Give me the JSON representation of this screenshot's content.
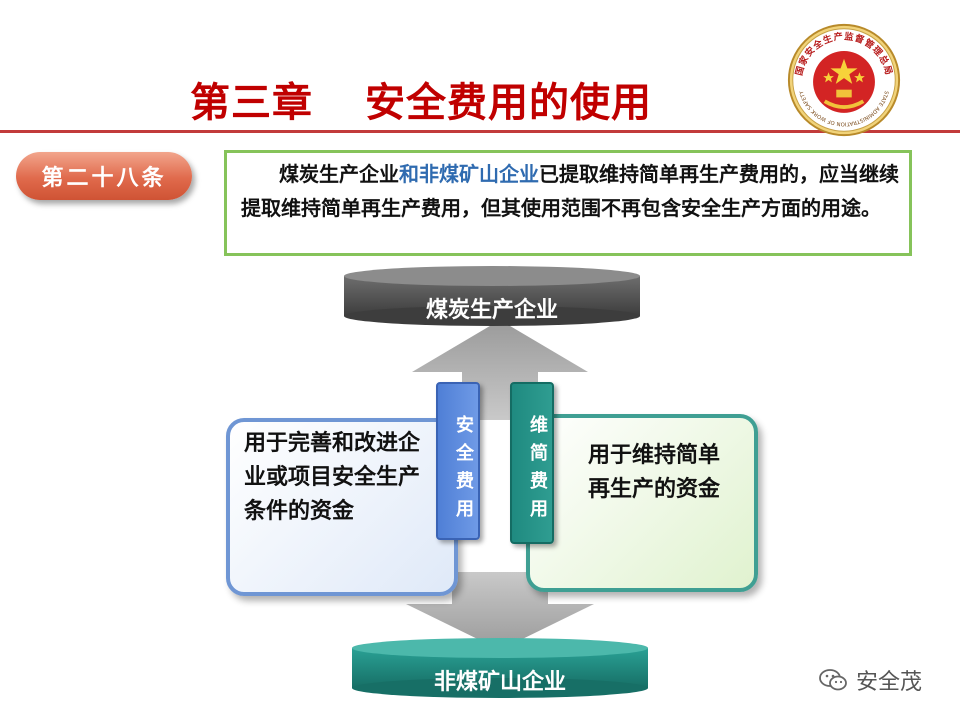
{
  "title": {
    "chapter": "第三章",
    "topic": "安全费用的使用"
  },
  "emblem": {
    "seal_text": "国家安全生产监督管理总局",
    "seal_text_en": "STATE ADMINISTRATION OF WORK SAFETY"
  },
  "article": {
    "badge": "第二十八条",
    "text_part1": "煤炭生产企业",
    "text_highlight": "和非煤矿山企业",
    "text_part2": "已提取维持简单再生产费用的，应当继续提取维持简单再生产费用，但其使用范围不再包含安全生产方面的用途。"
  },
  "diagram": {
    "top_node": "煤炭生产企业",
    "bottom_node": "非煤矿山企业",
    "left_panel": "用于完善和改进企业或项目安全生产条件的资金",
    "right_panel": "用于维持简单再生产的资金",
    "tag_safety": "安全费用",
    "tag_maintenance": "维简费用"
  },
  "watermark": {
    "text": "安全茂"
  },
  "colors": {
    "title_red": "#c00000",
    "highlight_blue": "#2f6bb0",
    "article_border_green": "#86c35a",
    "badge_orange": "#e06a4c",
    "drum_dark": "#5b5b5b",
    "drum_teal": "#1f8a80",
    "arrow_gray": "#a9a9a9"
  }
}
